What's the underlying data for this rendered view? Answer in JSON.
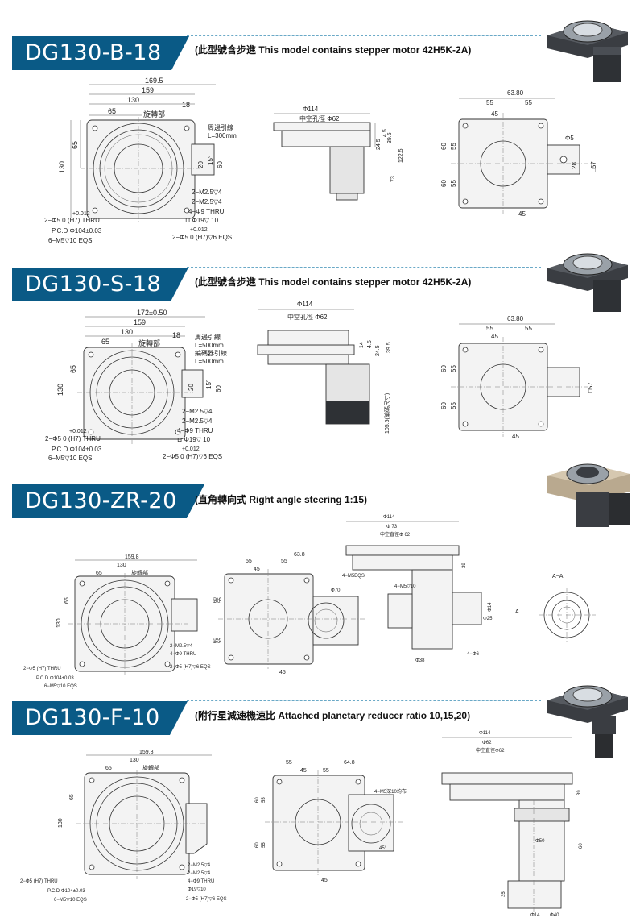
{
  "sections": [
    {
      "model": "DG130-B-18",
      "subtitle": "(此型號含步進 This model contains stepper motor 42H5K-2A)",
      "front": {
        "dims": [
          "169.5",
          "159",
          "130",
          "18",
          "65",
          "旋轉部",
          "周邊引線",
          "L=300mm",
          "130",
          "65",
          "20",
          "15°",
          "60"
        ],
        "notes": [
          "2−M2.5▽4",
          "2−M2.5▽4",
          "4−Φ9 THRU",
          "⊔ Φ19▽ 10",
          "+0.012",
          "2−Φ5   0   (H7) THRU",
          "P.C.D  Φ104±0.03",
          "6−M5▽10 EQS",
          "+0.012",
          "2−Φ5   0   (H7)▽6 EQS"
        ]
      },
      "side": {
        "dims": [
          "Φ114",
          "中空孔徑 Φ62",
          "24.5",
          "4.5",
          "39.5",
          "122.5",
          "73"
        ]
      },
      "top": {
        "dims": [
          "63.80",
          "55",
          "55",
          "45",
          "Φ5",
          "60",
          "55",
          "60",
          "55",
          "28",
          "□57",
          "45"
        ]
      }
    },
    {
      "model": "DG130-S-18",
      "subtitle": "(此型號含步進 This model contains stepper motor 42H5K-2A)",
      "front": {
        "dims": [
          "172±0.50",
          "159",
          "130",
          "18",
          "65",
          "旋轉部",
          "周邊引線",
          "L=500mm",
          "編碼器引線",
          "L=500mm",
          "130",
          "65",
          "20",
          "15°",
          "60"
        ],
        "notes": [
          "2−M2.5▽4",
          "2−M2.5▽4",
          "4−Φ9 THRU",
          "⊔ Φ19▽ 10",
          "+0.012",
          "2−Φ5   0   (H7) THRU",
          "P.C.D  Φ104±0.03",
          "6−M5▽10 EQS",
          "+0.012",
          "2−Φ5   0   (H7)▽6 EQS"
        ]
      },
      "side": {
        "dims": [
          "Φ114",
          "中空孔徑 Φ62",
          "14",
          "4.5",
          "24.5",
          "39.5",
          "105.5(編碼尺寸)"
        ]
      },
      "top": {
        "dims": [
          "63.80",
          "55",
          "55",
          "45",
          "60",
          "55",
          "60",
          "55",
          "□57",
          "45"
        ]
      }
    },
    {
      "model": "DG130-ZR-20",
      "subtitle": "(直角轉向式 Right angle steering 1:15)",
      "front": {
        "dims": [
          "159.8",
          "130",
          "65",
          "旋轉部",
          "130",
          "65"
        ],
        "notes": [
          "2−M2.5▽4",
          "4−Φ9 THRU",
          "2−Φ5 (H7) THRU",
          "P.C.D  Φ104±0.03",
          "6−M5▽10 EQS",
          "2−Φ5 (H7)▽6 EQS"
        ]
      },
      "top": {
        "dims": [
          "55",
          "55",
          "63.8",
          "45",
          "Φ70",
          "4−M5EQS",
          "60",
          "55",
          "60",
          "55",
          "45"
        ]
      },
      "side": {
        "dims": [
          "Φ114",
          "Φ 73",
          "中空直徑Φ 62",
          "39",
          "4−M5▽10",
          "4−Φ6",
          "Φ38",
          "Φ25",
          "Φ14",
          "A",
          "A−A"
        ]
      }
    },
    {
      "model": "DG130-F-10",
      "subtitle": "(附行星減速機速比 Attached planetary reducer ratio 10,15,20)",
      "front": {
        "dims": [
          "159.8",
          "130",
          "65",
          "旋轉部",
          "130",
          "65"
        ],
        "notes": [
          "2−M2.5▽4",
          "2−M2.5▽4",
          "4−Φ9 THRU",
          "Φ19▽10",
          "2−Φ5 (H7) THRU",
          "P.C.D  Φ104±0.03",
          "6−M5▽10 EQS",
          "2−Φ5 (H7)▽6 EQS"
        ]
      },
      "top": {
        "dims": [
          "55",
          "64.8",
          "55",
          "45",
          "4−M5深10均布",
          "60",
          "55",
          "60",
          "55",
          "45",
          "45°"
        ]
      },
      "side": {
        "dims": [
          "Φ114",
          "Φ62",
          "中空直徑Φ62",
          "39",
          "60",
          "35",
          "Φ14",
          "Φ40",
          "Φ50"
        ]
      }
    }
  ],
  "colors": {
    "banner": "#0a5a86",
    "dash": "#6aa9c7"
  }
}
